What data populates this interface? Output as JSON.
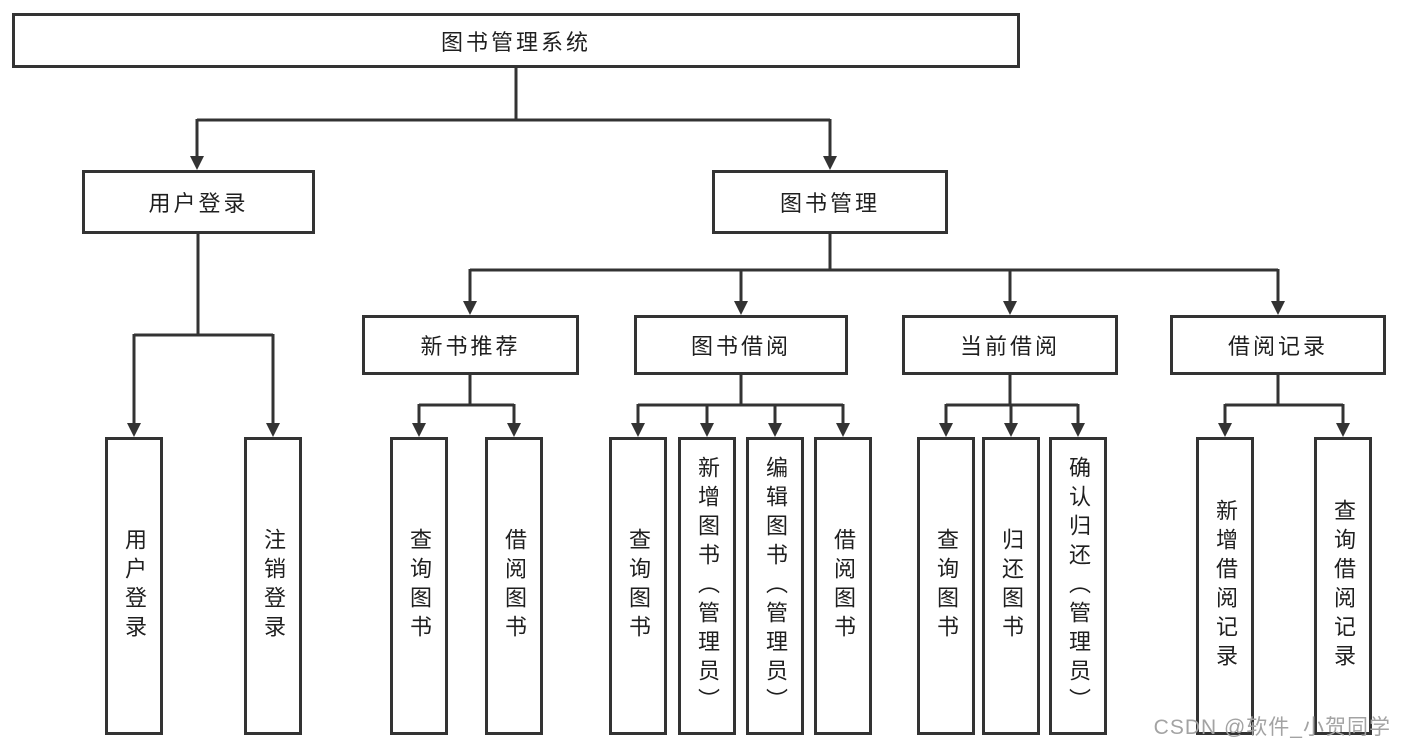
{
  "root": {
    "label": "图书管理系统"
  },
  "level2": {
    "user_login": {
      "label": "用户登录"
    },
    "book_mgmt": {
      "label": "图书管理"
    }
  },
  "level3": {
    "new_books": {
      "label": "新书推荐"
    },
    "book_borrow": {
      "label": "图书借阅"
    },
    "current_borrow": {
      "label": "当前借阅"
    },
    "borrow_records": {
      "label": "借阅记录"
    }
  },
  "leaves": {
    "user_login": [
      "用户登录",
      "注销登录"
    ],
    "new_books": [
      "查询图书",
      "借阅图书"
    ],
    "book_borrow": [
      "查询图书",
      "新增图书（管理员）",
      "编辑图书（管理员）",
      "借阅图书"
    ],
    "current_borrow": [
      "查询图书",
      "归还图书",
      "确认归还（管理员）"
    ],
    "borrow_records": [
      "新增借阅记录",
      "查询借阅记录"
    ]
  },
  "watermark": "CSDN @软件_小贺同学",
  "colors": {
    "line": "#333333",
    "text": "#1f1f1f",
    "watermark": "#a3a3a3",
    "background": "#ffffff"
  }
}
